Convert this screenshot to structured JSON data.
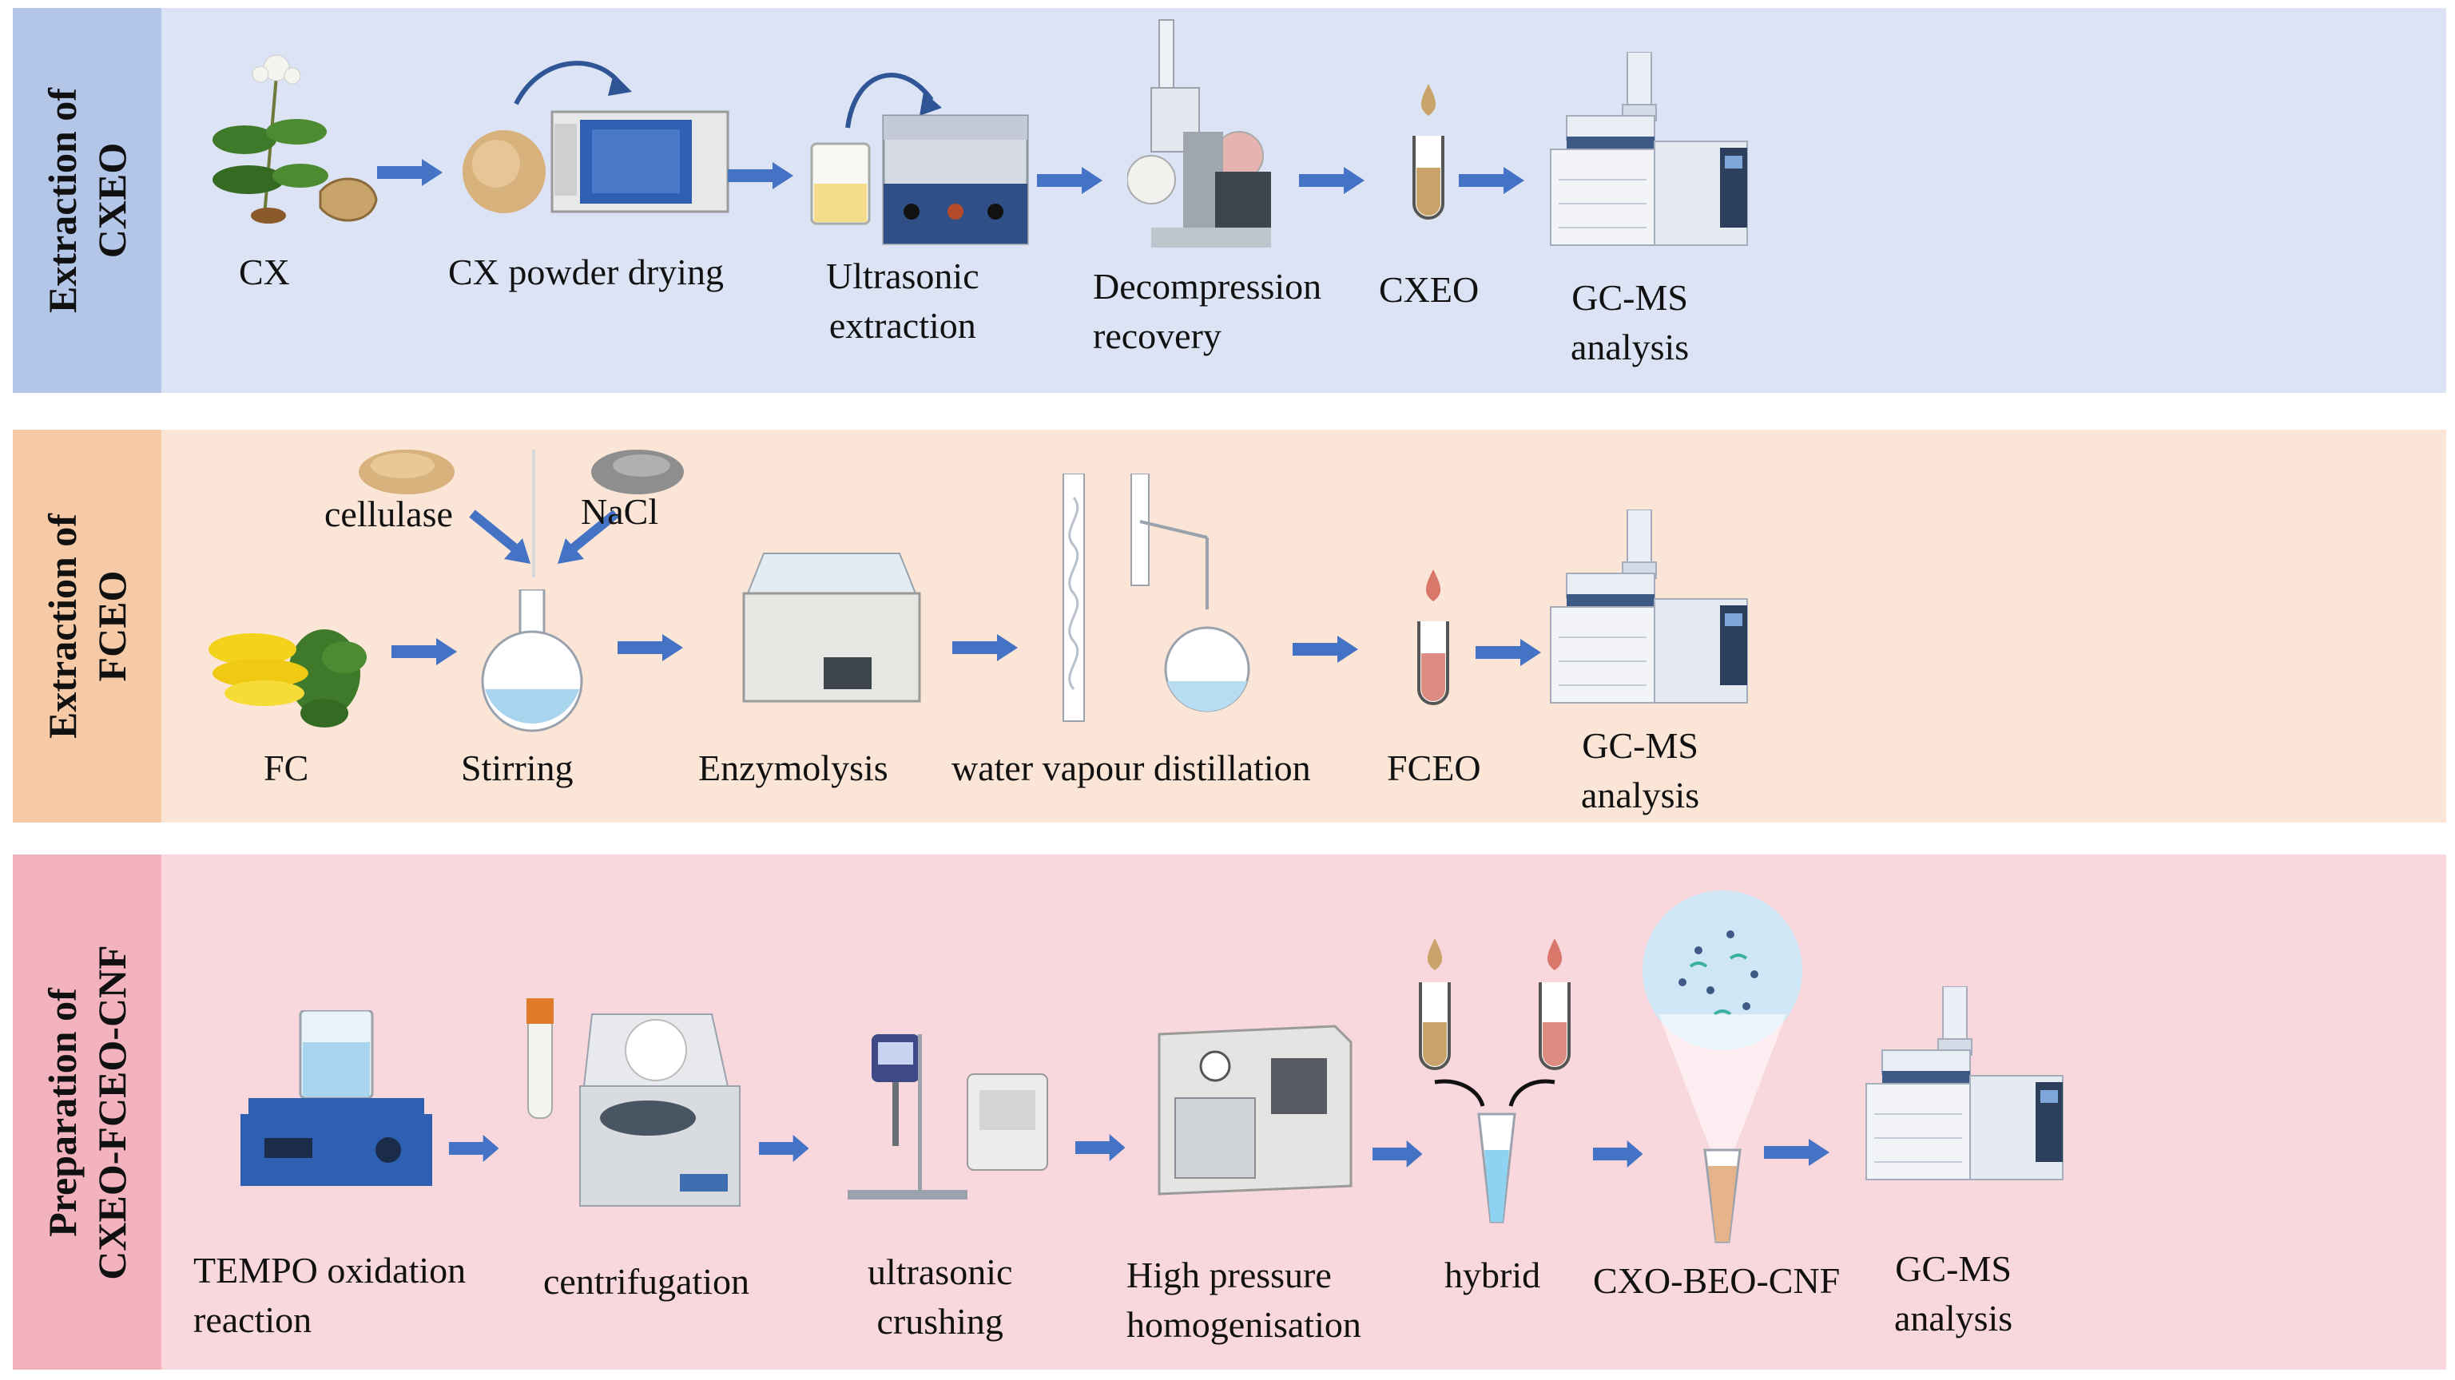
{
  "panels": [
    {
      "title_line1": "Extraction  of",
      "title_line2": "CXEO",
      "steps": {
        "cx": "CX",
        "drying": "CX powder drying",
        "ultra_1": "Ultrasonic",
        "ultra_2": "extraction",
        "decomp_1": "Decompression",
        "decomp_2": "recovery",
        "product": "CXEO",
        "gcms_1": "GC-MS",
        "gcms_2": "analysis"
      }
    },
    {
      "title_line1": "Extraction  of",
      "title_line2": "FCEO",
      "steps": {
        "cellulase": "cellulase",
        "nacl": "NaCl",
        "fc": "FC",
        "stirring": "Stirring",
        "enzymolysis": "Enzymolysis",
        "distillation": "water vapour distillation",
        "product": "FCEO",
        "gcms_1": "GC-MS",
        "gcms_2": "analysis"
      }
    },
    {
      "title_line1": "Preparation of",
      "title_line2": "CXEO-FCEO-CNF",
      "steps": {
        "tempo_1": "TEMPO oxidation",
        "tempo_2": "reaction",
        "centrifugation": "centrifugation",
        "crush_1": "ultrasonic",
        "crush_2": "crushing",
        "hp_1": "High pressure",
        "hp_2": "homogenisation",
        "hybrid": "hybrid",
        "product": "CXO-BEO-CNF",
        "gcms_1": "GC-MS",
        "gcms_2": "analysis"
      }
    }
  ],
  "colors": {
    "panel1_bg": "#dce3f4",
    "panel1_side": "#b3c6e8",
    "panel2_bg": "#fbe5d6",
    "panel2_side": "#f6caa6",
    "panel3_bg": "#f8d7dd",
    "panel3_side": "#f2b3bf",
    "arrow": "#4472c4"
  }
}
